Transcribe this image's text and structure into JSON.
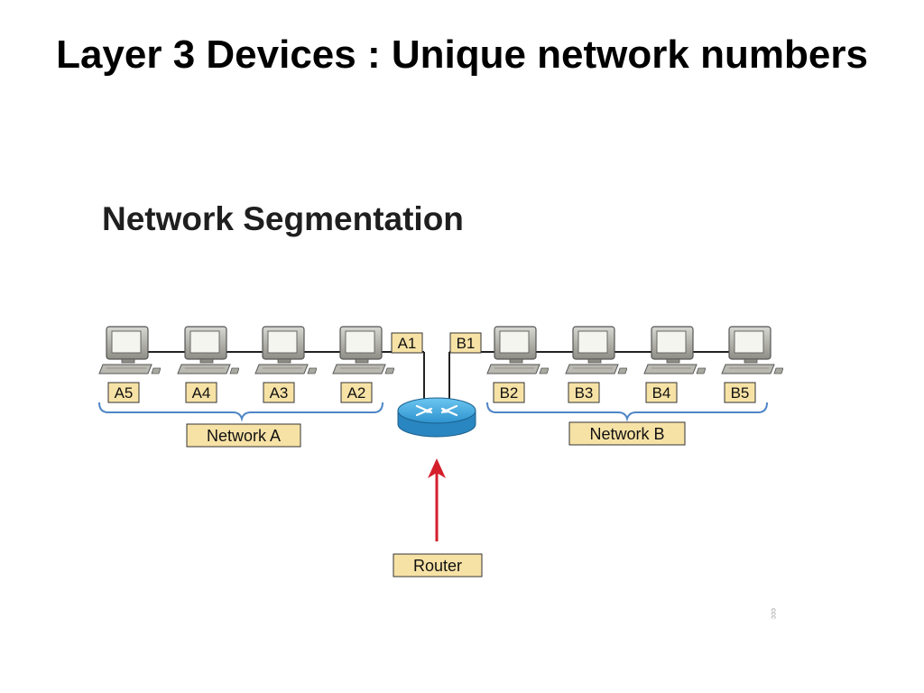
{
  "slide": {
    "title": "Layer 3 Devices : Unique network numbers"
  },
  "figure": {
    "title": "Network Segmentation",
    "network_a": {
      "label": "Network A",
      "hosts": [
        "A5",
        "A4",
        "A3",
        "A2"
      ],
      "router_interface": "A1"
    },
    "network_b": {
      "label": "Network B",
      "hosts": [
        "B2",
        "B3",
        "B4",
        "B5"
      ],
      "router_interface": "B1"
    },
    "router_label": "Router",
    "watermark": "ccc"
  },
  "colors": {
    "label_fill": "#f7e2a6",
    "label_border": "#333333",
    "brace": "#4f86c6",
    "router": "#3a9fd6",
    "arrow": "#d41f2b",
    "computer": "#9a9a92"
  },
  "icons": {
    "host": "computer-icon",
    "router": "router-icon",
    "arrow": "up-arrow-icon"
  }
}
